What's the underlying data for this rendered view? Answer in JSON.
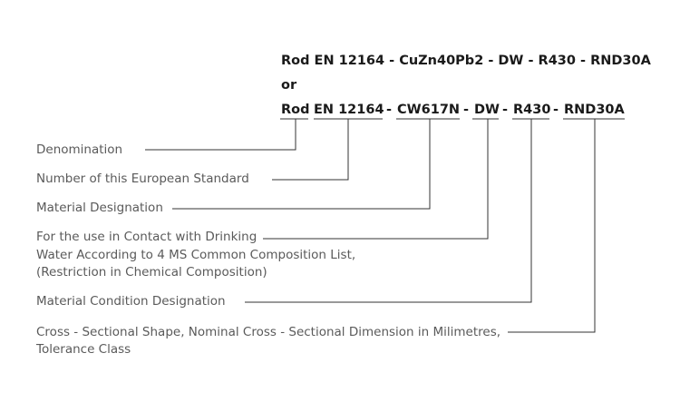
{
  "designation_full": "Rod EN 12164 - CuZn40Pb2 - DW - R430 - RND30A",
  "connector_or": "or",
  "segments": [
    {
      "text": "Rod"
    },
    {
      "text": "EN 12164"
    },
    {
      "text": "-"
    },
    {
      "text": "CW617N"
    },
    {
      "text": "-"
    },
    {
      "text": "DW"
    },
    {
      "text": "-"
    },
    {
      "text": "R430"
    },
    {
      "text": "-"
    },
    {
      "text": "RND30A"
    }
  ],
  "labels": {
    "denomination": "Denomination",
    "standard_number": "Number of this European Standard",
    "material_designation": "Material Designation",
    "drinking_water_line1": "For the use in Contact with Drinking",
    "drinking_water_line2": "Water According to 4 MS Common Composition List,",
    "drinking_water_line3": "(Restriction in Chemical Composition)",
    "material_condition": "Material Condition Designation",
    "cross_section_line1": "Cross - Sectional Shape, Nominal Cross - Sectional Dimension in Milimetres,",
    "cross_section_line2": "Tolerance Class"
  }
}
